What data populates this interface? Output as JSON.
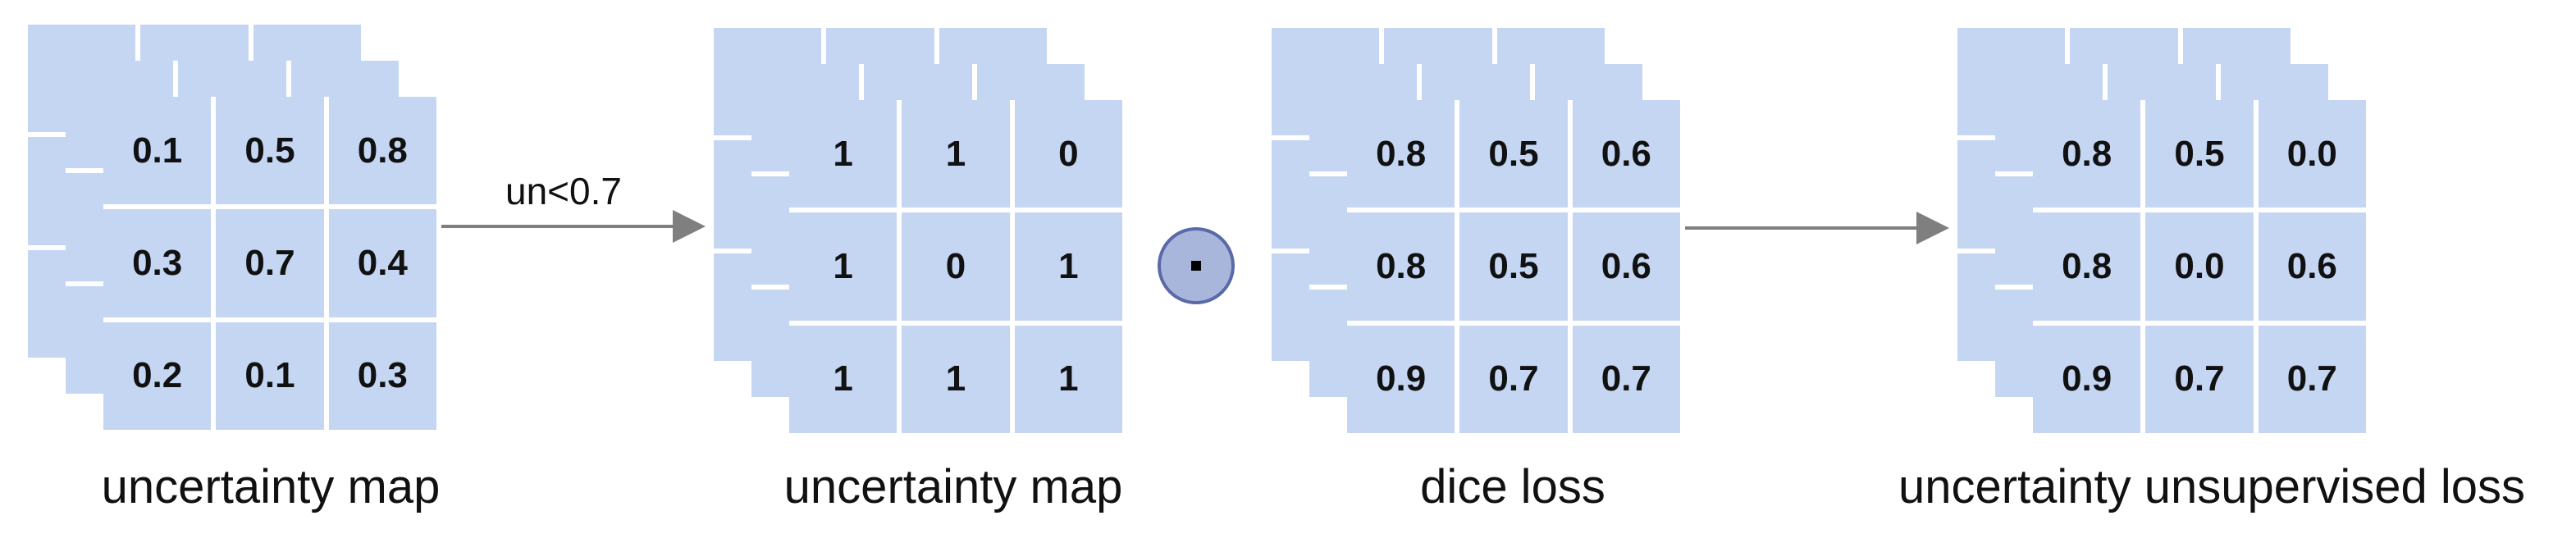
{
  "panels": [
    {
      "caption": "uncertainty map",
      "values": [
        [
          "0.1",
          "0.5",
          "0.8"
        ],
        [
          "0.3",
          "0.7",
          "0.4"
        ],
        [
          "0.2",
          "0.1",
          "0.3"
        ]
      ]
    },
    {
      "caption": "uncertainty map",
      "values": [
        [
          "1",
          "1",
          "0"
        ],
        [
          "1",
          "0",
          "1"
        ],
        [
          "1",
          "1",
          "1"
        ]
      ]
    },
    {
      "caption": "dice loss",
      "values": [
        [
          "0.8",
          "0.5",
          "0.6"
        ],
        [
          "0.8",
          "0.5",
          "0.6"
        ],
        [
          "0.9",
          "0.7",
          "0.7"
        ]
      ]
    },
    {
      "caption": "uncertainty unsupervised loss",
      "values": [
        [
          "0.8",
          "0.5",
          "0.0"
        ],
        [
          "0.8",
          "0.0",
          "0.6"
        ],
        [
          "0.9",
          "0.7",
          "0.7"
        ]
      ]
    }
  ],
  "arrows": [
    {
      "label": "un<0.7"
    },
    {
      "label": ""
    }
  ],
  "operator": {
    "symbol": "·",
    "name": "elementwise-product"
  },
  "colors": {
    "cell": "#c5d6f3",
    "arrow": "#7f7f7f",
    "operator_fill": "#a9b6dc",
    "operator_stroke": "#5a6aa8"
  }
}
